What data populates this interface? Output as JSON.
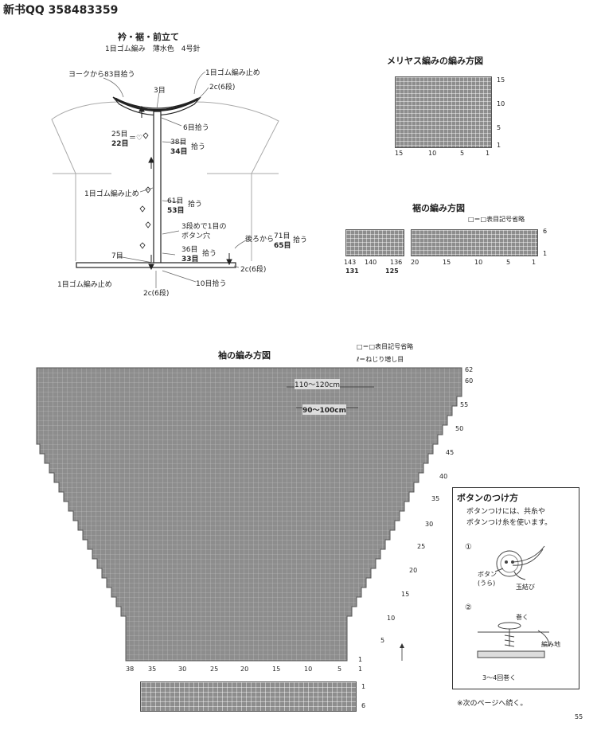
{
  "header": {
    "qq": "新书QQ 358483359",
    "page_number": "55"
  },
  "collar_diagram": {
    "title": "衿・裾・前立て",
    "subtitle": "1目ゴム編み　薄水色　4号針",
    "labels": {
      "yoke_pickup": "ヨークから83目拾う",
      "rib_bindoff_top": "1目ゴム編み止め",
      "three_sts": "3目",
      "two_c_top": "2c(6段)",
      "six_pickup": "6目拾う",
      "sts_25": "25目",
      "sts_22": "22目",
      "eq": "＝♡",
      "sts_38": "38目",
      "sts_34": "34目",
      "pickup": "拾う",
      "rib_bindoff_mid": "1目ゴム編み止め",
      "sts_61": "61目",
      "sts_53": "53目",
      "buttonhole_1": "3段めで1目の",
      "buttonhole_2": "ボタン穴",
      "sts_36": "36目",
      "sts_33": "33目",
      "back_from": "後ろから",
      "sts_71": "71目",
      "sts_65": "65目",
      "seven_sts": "7目",
      "two_c_right": "2c(6段)",
      "rib_bindoff_bottom": "1目ゴム編み止め",
      "ten_pickup": "10目拾う",
      "two_c_bottom": "2c(6段)"
    }
  },
  "stockinette_chart": {
    "title": "メリヤス編みの編み方図",
    "row_labels": [
      "15",
      "10",
      "5",
      "1"
    ],
    "col_labels": [
      "15",
      "10",
      "5",
      "1"
    ]
  },
  "hem_chart": {
    "title": "裾の編み方図",
    "legend": "□＝□表目記号省略",
    "row_labels": [
      "6",
      "1"
    ],
    "col_labels": [
      "143",
      "140",
      "136",
      "20",
      "15",
      "10",
      "5",
      "1"
    ],
    "col_labels_bold": [
      "131",
      "125"
    ]
  },
  "sleeve_chart": {
    "title": "袖の編み方図",
    "legend_1": "□＝□表目記号省略",
    "legend_2": "ℓ＝ねじり増し目",
    "width_1": "110〜120cm",
    "width_2": "90〜100cm",
    "row_labels": [
      "62",
      "60",
      "55",
      "50",
      "45",
      "40",
      "35",
      "30",
      "25",
      "20",
      "15",
      "10",
      "5",
      "1"
    ],
    "col_labels": [
      "38",
      "35",
      "30",
      "25",
      "20",
      "15",
      "10",
      "5",
      "1"
    ],
    "cuff_row_labels": [
      "1",
      "6"
    ]
  },
  "button_box": {
    "title": "ボタンのつけ方",
    "intro_1": "ボタンつけには、共糸や",
    "intro_2": "ボタンつけ糸を使います。",
    "step_1": "①",
    "step_2": "②",
    "button_back_1": "ボタン",
    "button_back_2": "(うら)",
    "knot": "玉結び",
    "wrap": "巻く",
    "fabric": "編み地",
    "wind_times": "3〜4回巻く"
  },
  "continued": "※次のページへ続く。"
}
